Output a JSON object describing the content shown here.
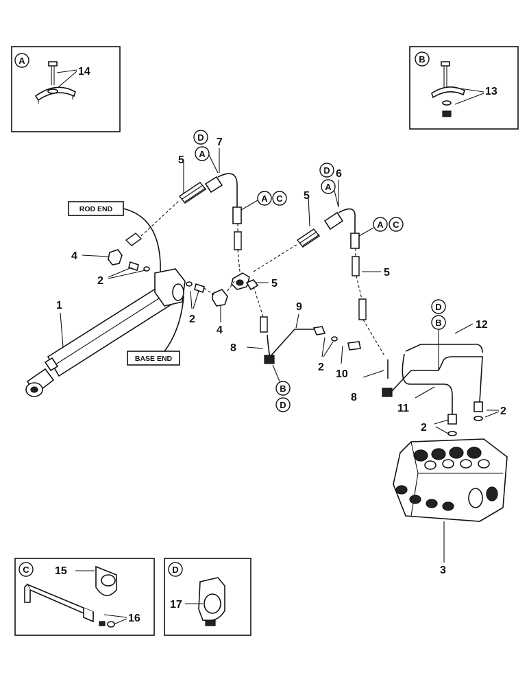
{
  "callouts": {
    "c1": "1",
    "c2a": "2",
    "c2b": "2",
    "c2c": "2",
    "c2d": "2",
    "c2e": "2",
    "c3": "3",
    "c4a": "4",
    "c4b": "4",
    "c5a": "5",
    "c5b": "5",
    "c5c": "5",
    "c5d": "5",
    "c6": "6",
    "c7": "7",
    "c8a": "8",
    "c8b": "8",
    "c9": "9",
    "c10": "10",
    "c11": "11",
    "c12": "12",
    "c13": "13",
    "c14": "14",
    "c15": "15",
    "c16": "16",
    "c17": "17"
  },
  "letters": {
    "a": "A",
    "b": "B",
    "c": "C",
    "d": "D"
  },
  "tags": {
    "rod_end": "ROD END",
    "base_end": "BASE END"
  }
}
